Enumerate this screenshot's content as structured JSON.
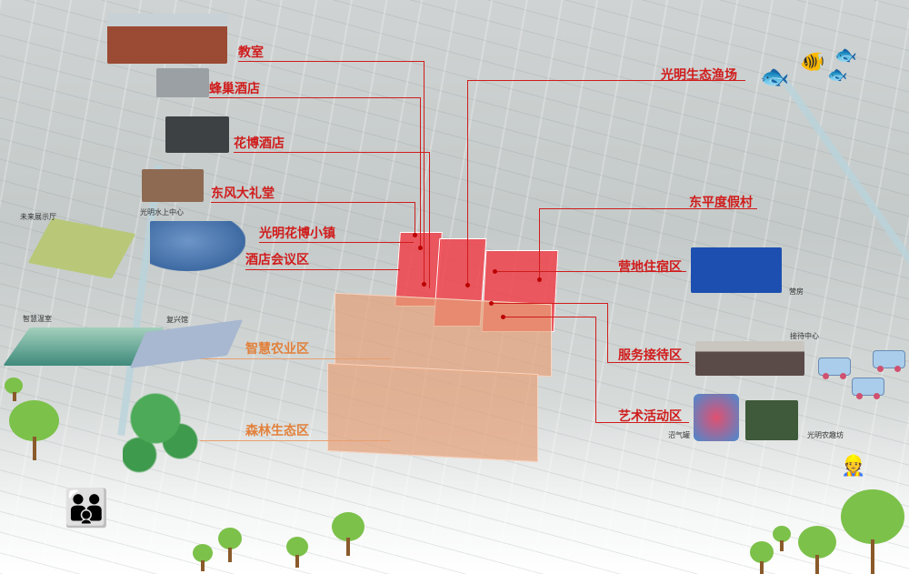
{
  "zones_red": [
    {
      "label": "教室"
    },
    {
      "label": "蜂巢酒店"
    },
    {
      "label": "花博酒店"
    },
    {
      "label": "东风大礼堂"
    },
    {
      "label": "光明花博小镇"
    },
    {
      "label": "酒店会议区"
    },
    {
      "label": "光明生态渔场"
    },
    {
      "label": "东平度假村"
    },
    {
      "label": "营地住宿区"
    },
    {
      "label": "服务接待区"
    },
    {
      "label": "艺术活动区"
    }
  ],
  "zones_orange": [
    {
      "label": "智慧农业区"
    },
    {
      "label": "森林生态区"
    }
  ],
  "captions": {
    "future_hall": "未来展示厅",
    "water_center": "光明水上中心",
    "greenhouse": "智慧温室",
    "revival_hall": "复兴馆",
    "barracks": "营房",
    "reception_center": "接待中心",
    "biogas_tank": "沼气罐",
    "farm_hall": "光明农趣坊"
  },
  "colors": {
    "red_zone": "#f03c46",
    "orange_zone": "#e6a078",
    "label_red": "#d01c1c",
    "label_orange": "#e2803a"
  }
}
